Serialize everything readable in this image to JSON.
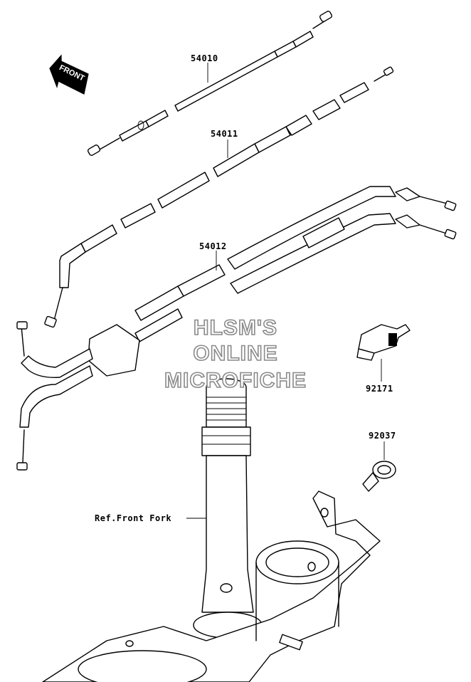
{
  "diagram": {
    "front_label": "FRONT",
    "parts": [
      {
        "number": "54010"
      },
      {
        "number": "54011"
      },
      {
        "number": "54012"
      },
      {
        "number": "92171"
      },
      {
        "number": "92037"
      }
    ],
    "reference_label": "Ref.Front Fork"
  },
  "watermark": {
    "line1": "HLSM'S",
    "line2": "ONLINE",
    "line3": "MICROFICHE"
  }
}
